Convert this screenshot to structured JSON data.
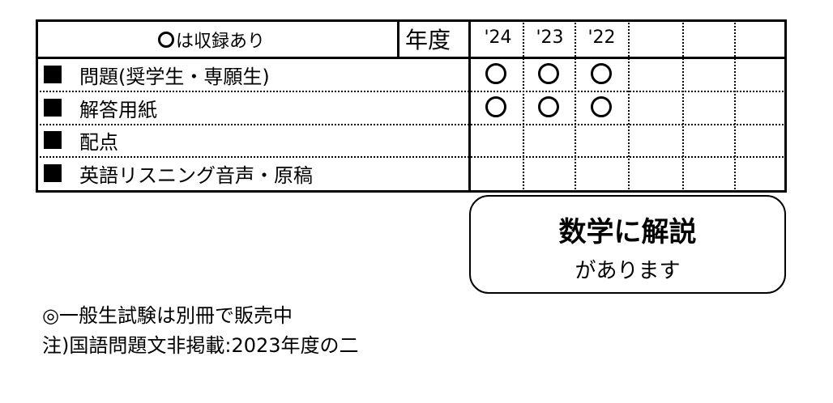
{
  "header": {
    "note_rest": "は収録あり",
    "year_label": "年度",
    "years": [
      "'24",
      "'23",
      "'22",
      "",
      "",
      ""
    ]
  },
  "rows": [
    {
      "label": "問題(奨学生・専願生)",
      "marks": [
        true,
        true,
        true,
        false,
        false,
        false
      ]
    },
    {
      "label": "解答用紙",
      "marks": [
        true,
        true,
        true,
        false,
        false,
        false
      ]
    },
    {
      "label": "配点",
      "marks": [
        false,
        false,
        false,
        false,
        false,
        false
      ]
    },
    {
      "label": "英語リスニング音声・原稿",
      "marks": [
        false,
        false,
        false,
        false,
        false,
        false
      ]
    }
  ],
  "callout": {
    "line1": "数学に解説",
    "line2": "があります"
  },
  "notes": [
    "◎一般生試験は別冊で販売中",
    "注)国語問題文非掲載:2023年度の二"
  ]
}
